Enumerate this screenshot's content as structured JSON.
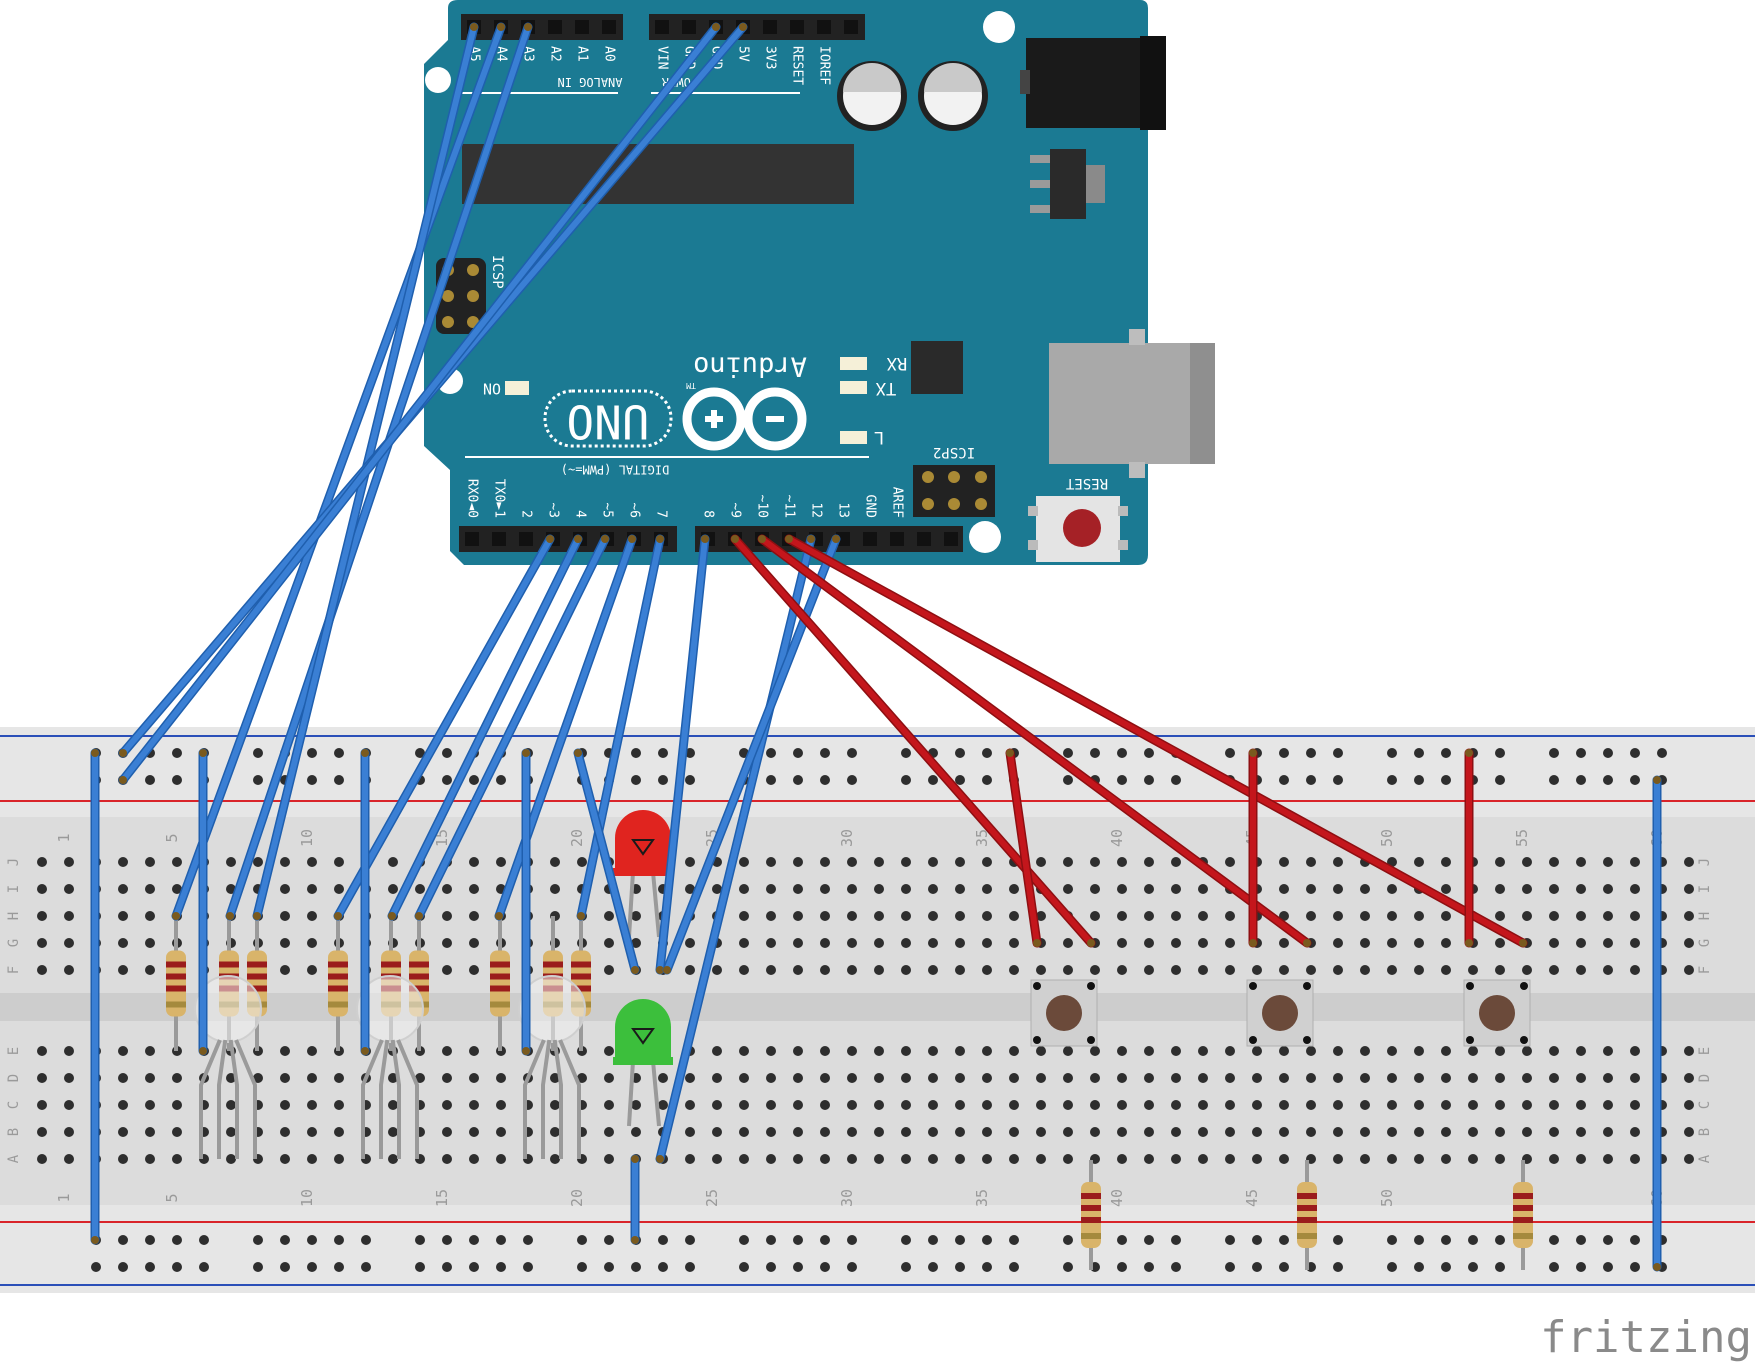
{
  "arduino": {
    "brand": "Arduino",
    "tm": "TM",
    "model": "UNO",
    "analog_header_label": "ANALOG IN",
    "analog_pins": [
      "A5",
      "A4",
      "A3",
      "A2",
      "A1",
      "A0"
    ],
    "power_header_label": "POWER",
    "power_pins": [
      "VIN",
      "GND",
      "GND",
      "5V",
      "3V3",
      "RESET",
      "IOREF"
    ],
    "digital_header_label": "DIGITAL (PWM=~)",
    "digital_pins_left": [
      "RX0◄0",
      "TX0►1",
      "2",
      "~3",
      "4",
      "~5",
      "~6",
      "7"
    ],
    "digital_pins_right": [
      "8",
      "~9",
      "~10",
      "~11",
      "12",
      "13",
      "GND",
      "AREF"
    ],
    "icsp_label": "ICSP",
    "icsp2_label": "ICSP2",
    "led_on_label": "ON",
    "led_rx_label": "RX",
    "led_tx_label": "TX",
    "led_l_label": "L",
    "reset_label": "RESET"
  },
  "breadboard": {
    "column_numbers_top": [
      "1",
      "5",
      "10",
      "15",
      "20",
      "25",
      "30",
      "35",
      "40",
      "45",
      "50",
      "55",
      "60"
    ],
    "column_numbers_bottom": [
      "1",
      "5",
      "10",
      "15",
      "20",
      "25",
      "30",
      "35",
      "40",
      "45",
      "50",
      "55",
      "60"
    ],
    "row_letters_top": [
      "J",
      "I",
      "H",
      "G",
      "F"
    ],
    "row_letters_bottom": [
      "E",
      "D",
      "C",
      "B",
      "A"
    ]
  },
  "wires": {
    "blue_color": "#3a7fd4",
    "red_color": "#c4161c"
  },
  "colors": {
    "board": "#1b7a93",
    "breadboard": "#dcdcdc",
    "rail_red": "#d9242a",
    "rail_blue": "#2b4fb8",
    "led_red": "#e0241f",
    "led_green": "#3cbf3c"
  },
  "watermark": "fritzing"
}
